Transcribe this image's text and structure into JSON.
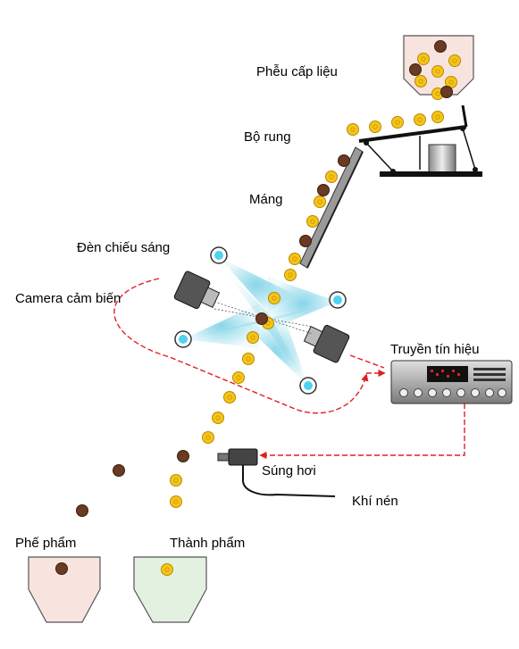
{
  "labels": {
    "hopper": "Phễu cấp liệu",
    "vibrator": "Bộ rung",
    "chute": "Máng",
    "lights": "Đèn chiếu sáng",
    "camera": "Camera cảm biến",
    "signal": "Truyền tín hiệu",
    "air_gun": "Súng hơi",
    "compressed_air": "Khí nén",
    "reject": "Phế phẩm",
    "product": "Thành phẩm"
  },
  "colors": {
    "good_bean": "#f5c518",
    "bad_bean": "#6b3a22",
    "signal_line": "#e02020",
    "light_beam": "#59c6e0",
    "reject_bin": "#f8e4df",
    "product_bin": "#e3f1e1",
    "hopper_fill": "#f8e4df"
  },
  "icons": [
    "hopper-shape",
    "vibrator-table",
    "chute-slide",
    "lamp-icon",
    "camera-icon",
    "controller-box",
    "air-gun-icon",
    "bin-shape"
  ]
}
